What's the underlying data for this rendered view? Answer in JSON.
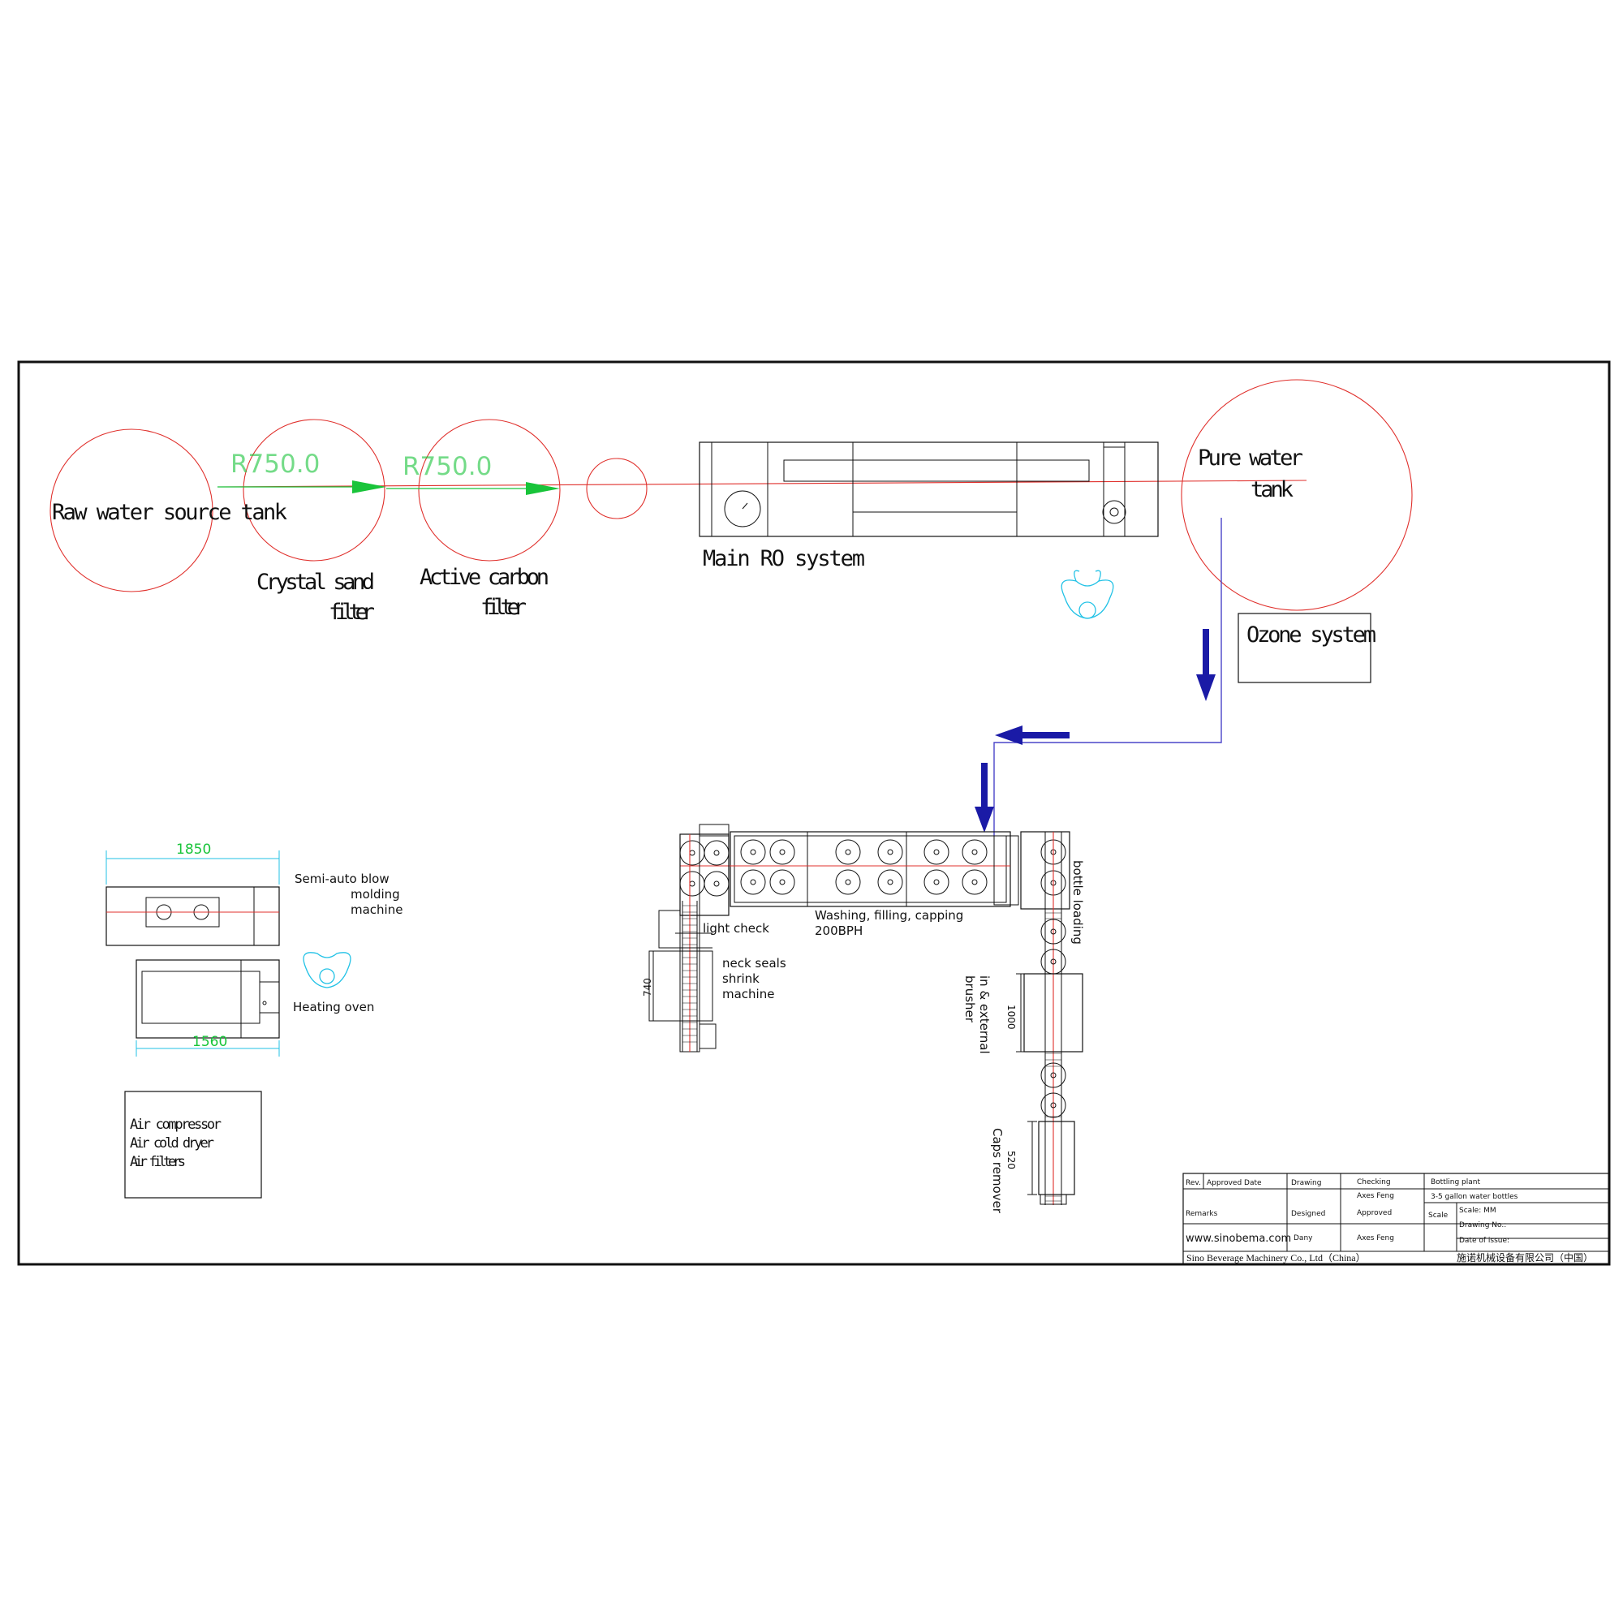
{
  "water_treatment": {
    "raw_tank_label": "Raw  water  source  tank",
    "sand_filter_label_1": "Crystal sand",
    "sand_filter_label_2": "filter",
    "carbon_filter_label_1": "Active carbon",
    "carbon_filter_label_2": "filter",
    "radius_dim_1": "R750.0",
    "radius_dim_2": "R750.0",
    "ro_label": "Main  RO  system",
    "pure_tank_label_1": "Pure water",
    "pure_tank_label_2": "tank",
    "ozone_label": "Ozone system"
  },
  "bottle_line": {
    "light_check": "light check",
    "washing_1": "Washing, filling, capping",
    "washing_2": "200BPH",
    "neck_1": "neck seals",
    "neck_2": "shrink",
    "neck_3": "machine",
    "neck_dim": "740",
    "bottle_loading": "bottle loading",
    "brusher_1": "in & external",
    "brusher_2": "brusher",
    "brusher_dim": "1000",
    "caps_remover": "Caps remover",
    "caps_dim": "520"
  },
  "auxiliary": {
    "blow_dim": "1850",
    "blow_1": "Semi-auto blow",
    "blow_2": "molding",
    "blow_3": "machine",
    "oven_label": "Heating oven",
    "oven_dim": "1560",
    "air_1": "Air  compressor",
    "air_2": "Air  cold  dryer",
    "air_3": "Air  filters"
  },
  "title_block": {
    "rev": "Rev.",
    "approved_date": "Approved Date",
    "drawing": "Drawing",
    "checking": "Checking",
    "checking_name": "Axes Feng",
    "project_1": "Bottling plant",
    "project_2": "3-5  gallon  water  bottles",
    "remarks": "Remarks",
    "designed": "Designed",
    "approved": "Approved",
    "scale_label": "Scale",
    "scale_value": "Scale: MM",
    "drawing_no": "Drawing No.:",
    "website": "www.sinobema.com",
    "designer": "Dany",
    "approver": "Axes Feng",
    "date_issue": "Date of issue:",
    "company_en": "Sino Beverage Machinery Co., Ltd（China）",
    "company_cn": "施诺机械设备有限公司（中国）"
  },
  "colors": {
    "line": "#111111",
    "pipe_red": "#e0302c",
    "flow_green": "#19c43a",
    "flow_blue": "#1a1aa6",
    "operator_cyan": "#22c2e6"
  }
}
